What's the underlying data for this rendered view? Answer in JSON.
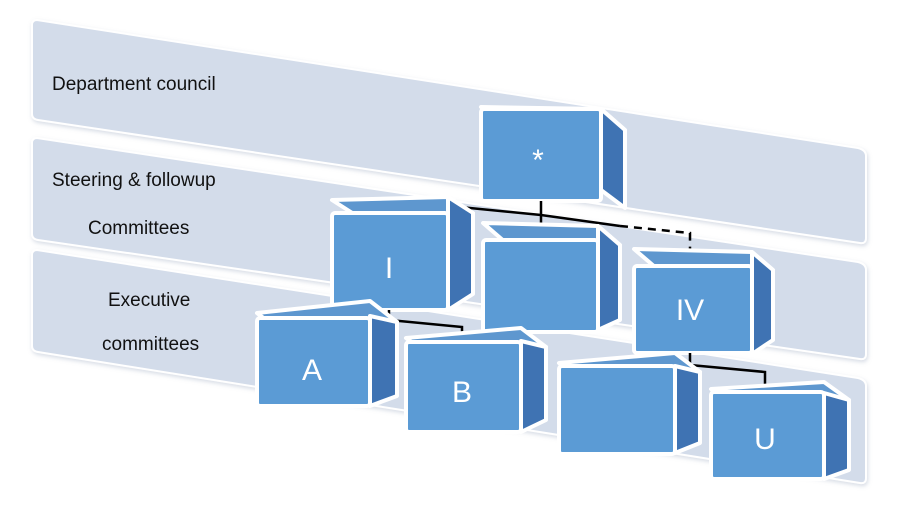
{
  "bands": [
    {
      "label_lines": [
        "Department council"
      ]
    },
    {
      "label_lines": [
        "Steering & followup",
        "Committees"
      ]
    },
    {
      "label_lines": [
        "Executive",
        "committees"
      ]
    }
  ],
  "boxes": {
    "top": "*",
    "steering_1": "I",
    "steering_2": "",
    "steering_3": "IV",
    "exec_a": "A",
    "exec_b": "B",
    "exec_c": "",
    "exec_u": "U"
  },
  "colors": {
    "band_fill": "#d3dcea",
    "band_side": "#c3cfe2",
    "box_front": "#5b9bd5",
    "box_top": "#5e97cf",
    "box_side": "#3f73b3",
    "connector": "#000000"
  }
}
